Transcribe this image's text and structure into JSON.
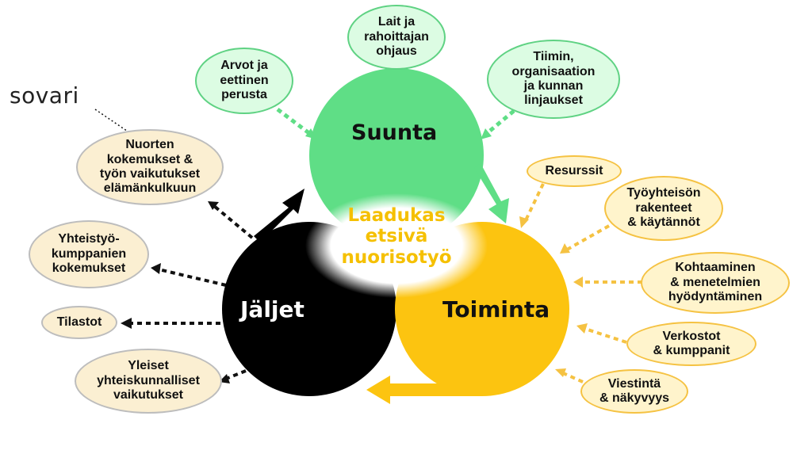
{
  "logo": "sovari",
  "center": "Laadukas\netsivä\nnuorisotyö",
  "circles": {
    "suunta": "Suunta",
    "toiminta": "Toiminta",
    "jaljet": "Jäljet"
  },
  "colors": {
    "green": "#5fde86",
    "yellow": "#fcc410",
    "black": "#000000"
  },
  "green_nodes": [
    "Arvot ja\neettinen\nperusta",
    "Lait ja\nrahoittajan\nohjaus",
    "Tiimin,\norganisaation\nja kunnan\nlinjaukset"
  ],
  "yellow_nodes": [
    "Resurssit",
    "Työyhteisön\nrakenteet\n& käytännöt",
    "Kohtaaminen\n& menetelmien\nhyödyntäminen",
    "Verkostot\n& kumppanit",
    "Viestintä\n& näkyvyys"
  ],
  "black_nodes": [
    "Nuorten\nkokemukset &\ntyön vaikutukset\nelämänkulkuun",
    "Yhteistyö-\nkumppanien\nkokemukset",
    "Tilastot",
    "Yleiset\nyhteiskunnalliset\nvaikutukset"
  ]
}
